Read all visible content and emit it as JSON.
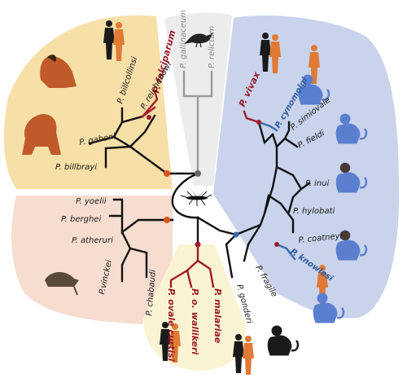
{
  "colors": {
    "human_clade_bg": "#f7dfa8",
    "bird_clade_bg": "#ececec",
    "rodent_clade_bg": "#f6ddd0",
    "ovale_clade_bg": "#fbf4d2",
    "vivax_clade_bg": "#c9d3ec",
    "human_pathogen": "#9b1b2a",
    "zoonotic": "#2f5e9e",
    "node_orange": "#d9541b",
    "node_grey": "#666666",
    "node_blue": "#3b6bb0",
    "human_figure": "#e07a35",
    "monkey_figure": "#5b7fcf",
    "ape_figure": "#c05a2a"
  },
  "icons": [
    "mosquito-icon",
    "bird-icon",
    "human-couple-icon",
    "gorilla-icon",
    "chimpanzee-icon",
    "rat-icon",
    "macaque-icon"
  ],
  "species": {
    "falciparum": "P. falciparum",
    "reichenowi": "P. reichenowi",
    "billcollinsi": "P. billcollinsi",
    "gaboni": "P. gaboni",
    "billbrayi": "P. billbrayi",
    "gallinaceum": "P. gallinaceum",
    "relictum": "P. relictum",
    "vivax": "P. vivax",
    "cynomolgi": "P. cynomolgi",
    "simiovale": "P. simiovale",
    "fieldi": "P. fieldi",
    "inui": "P. inui",
    "hylobati": "P. hylobati",
    "coatneyi": "P. coatneyi",
    "knowlesi": "P. knowlesi",
    "fragile": "P. fragile",
    "gonderi": "P. gonderi",
    "malariae": "P. malariae",
    "ovale_wallikeri": "P. o. wallikeri",
    "ovale_curtisi": "P. ovale curtisi",
    "yoelii": "P. yoelii",
    "berghei": "P. berghei",
    "atheruri": "P. atheruri",
    "vinckei": "P.vinckei",
    "chabaudi": "P. chabaudi"
  }
}
